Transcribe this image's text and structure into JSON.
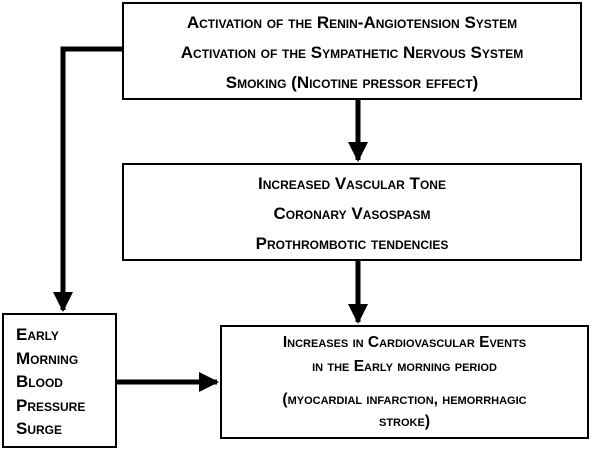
{
  "boxes": {
    "top": {
      "lines": [
        "Activation of the Renin-Angiotension System",
        "Activation of the Sympathetic Nervous System",
        "Smoking (Nicotine pressor effect)"
      ]
    },
    "middle": {
      "lines": [
        "Increased Vascular Tone",
        "Coronary Vasospasm",
        "Prothrombotic tendencies"
      ]
    },
    "bottom_right": {
      "lines": [
        "Increases in Cardiovascular Events",
        "in the Early morning period",
        "(myocardial infarction, hemorrhagic",
        "stroke)"
      ]
    },
    "bottom_left": {
      "lines": [
        "Early",
        "Morning",
        "Blood",
        "Pressure",
        "Surge"
      ]
    }
  },
  "colors": {
    "line": "#000000",
    "background": "#ffffff"
  }
}
